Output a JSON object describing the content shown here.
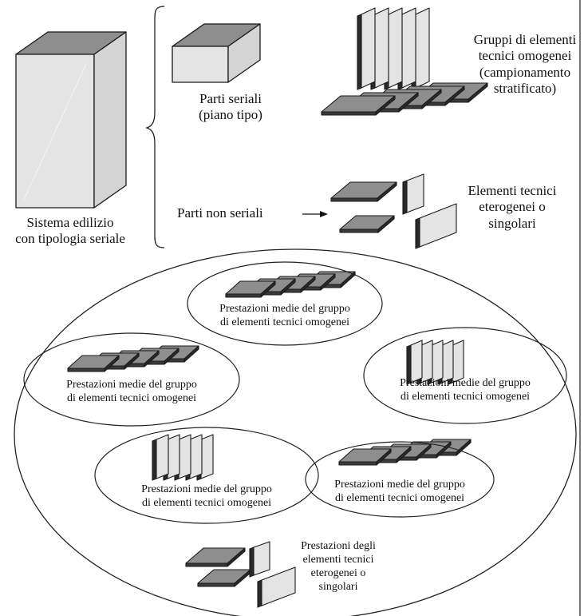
{
  "top": {
    "building_label": [
      "Sistema edilizio",
      "con tipologia seriale"
    ],
    "serial_parts_label": [
      "Parti seriali",
      "(piano tipo)"
    ],
    "groups_label": [
      "Gruppi di elementi",
      "tecnici omogenei",
      "(campionamento",
      "stratificato)"
    ],
    "non_serial_label": "Parti non seriali",
    "hetero_label": [
      "Elementi tecnici",
      "eterogenei o",
      "singolari"
    ]
  },
  "bottom": {
    "group_performance_label": [
      "Prestazioni medie del gruppo",
      "di elementi tecnici omogenei"
    ],
    "hetero_performance_label": [
      "Prestazioni degli",
      "elementi tecnici",
      "eterogenei o",
      "singolari"
    ]
  },
  "colors": {
    "panel_face": "#e4e4e4",
    "panel_top": "#8e8e8e",
    "box_side": "#d4d4d4",
    "stroke": "#1a1a1a"
  }
}
